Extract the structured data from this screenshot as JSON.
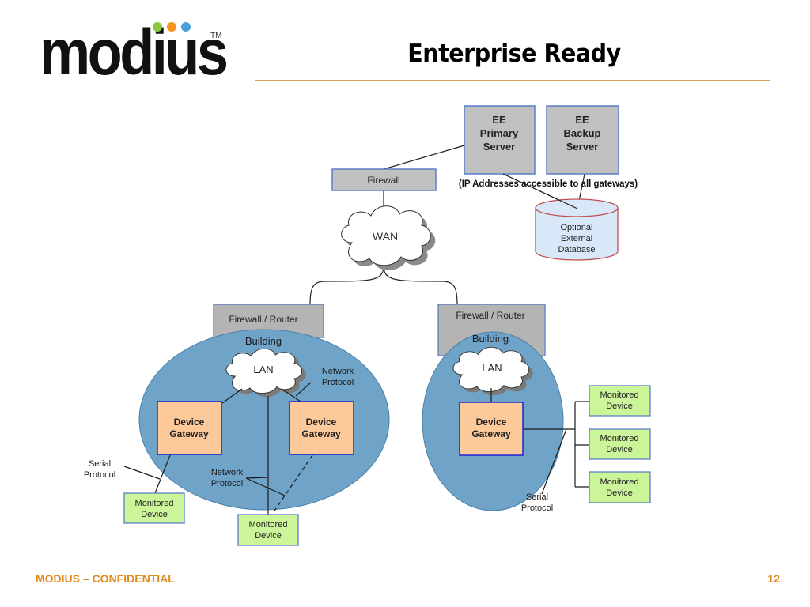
{
  "header": {
    "logo_text": "modius",
    "logo_tm": "TM",
    "logo_dot_colors": [
      "#8cc63f",
      "#f7941d",
      "#4a9fd8"
    ],
    "title": "Enterprise Ready"
  },
  "diagram": {
    "primary_server": [
      "EE",
      "Primary",
      "Server"
    ],
    "backup_server": [
      "EE",
      "Backup",
      "Server"
    ],
    "firewall": "Firewall",
    "ip_note": "(IP Addresses accessible to all gateways)",
    "database": [
      "Optional",
      "External",
      "Database"
    ],
    "wan": "WAN",
    "building_left": {
      "router": "Firewall / Router",
      "label": "Building",
      "lan": "LAN",
      "gateway_a": [
        "Device",
        "Gateway"
      ],
      "gateway_b": [
        "Device",
        "Gateway"
      ],
      "network_protocol_top": [
        "Network",
        "Protocol"
      ],
      "network_protocol_mid": [
        "Network",
        "Protocol"
      ],
      "serial_protocol": [
        "Serial",
        "Protocol"
      ],
      "device_a": [
        "Monitored",
        "Device"
      ],
      "device_b": [
        "Monitored",
        "Device"
      ]
    },
    "building_right": {
      "router": "Firewall / Router",
      "label": "Building",
      "lan": "LAN",
      "gateway": [
        "Device",
        "Gateway"
      ],
      "serial_protocol": [
        "Serial",
        "Protocol"
      ],
      "devices": [
        [
          "Monitored",
          "Device"
        ],
        [
          "Monitored",
          "Device"
        ],
        [
          "Monitored",
          "Device"
        ]
      ]
    },
    "colors": {
      "server_fill": "#c0c0c0",
      "box_border": "#5a7ec8",
      "building_fill": "#6fa3c8",
      "gateway_fill": "#fcc99a",
      "gateway_border": "#2020d0",
      "device_fill": "#ccf59a",
      "db_fill": "#d8e8f8",
      "db_border": "#c05050"
    }
  },
  "footer": {
    "confidential": "MODIUS – CONFIDENTIAL",
    "page_number": "12"
  }
}
